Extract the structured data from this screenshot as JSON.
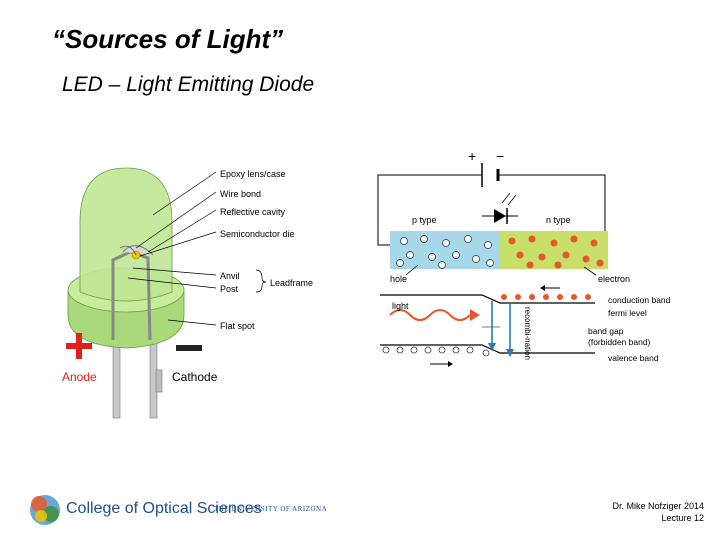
{
  "slide": {
    "title": "“Sources of Light”",
    "subtitle": "LED – Light Emitting Diode"
  },
  "led": {
    "labels": {
      "lens": "Epoxy lens/case",
      "wire_bond": "Wire bond",
      "reflective_cavity": "Reflective cavity",
      "die": "Semiconductor die",
      "anvil": "Anvil",
      "post": "Post",
      "leadframe": "Leadframe",
      "flat_spot": "Flat spot",
      "anode": "Anode",
      "cathode": "Cathode"
    },
    "colors": {
      "body": "#b8e68a",
      "plus": "#e0201a",
      "anode_text": "#e0201a"
    }
  },
  "band": {
    "battery_plus": "+",
    "battery_minus": "−",
    "p_type": "p type",
    "n_type": "n type",
    "hole": "hole",
    "electron": "electron",
    "light": "light",
    "recombination": "recombi-nation",
    "conduction_band": "conduction band",
    "fermi_level": "fermi level",
    "band_gap": "band gap",
    "forbidden_band": "(forbidden band)",
    "valence_band": "valence band",
    "colors": {
      "p_region": "#a6d8ea",
      "n_region": "#c8e06a",
      "electron": "#e8552a",
      "arrow": "#2a7ab8"
    }
  },
  "footer": {
    "college": "College of Optical Sciences",
    "university": "THE UNIVERSITY OF ARIZONA",
    "author": "Dr. Mike Nofziger 2014",
    "lecture": "Lecture 12"
  }
}
